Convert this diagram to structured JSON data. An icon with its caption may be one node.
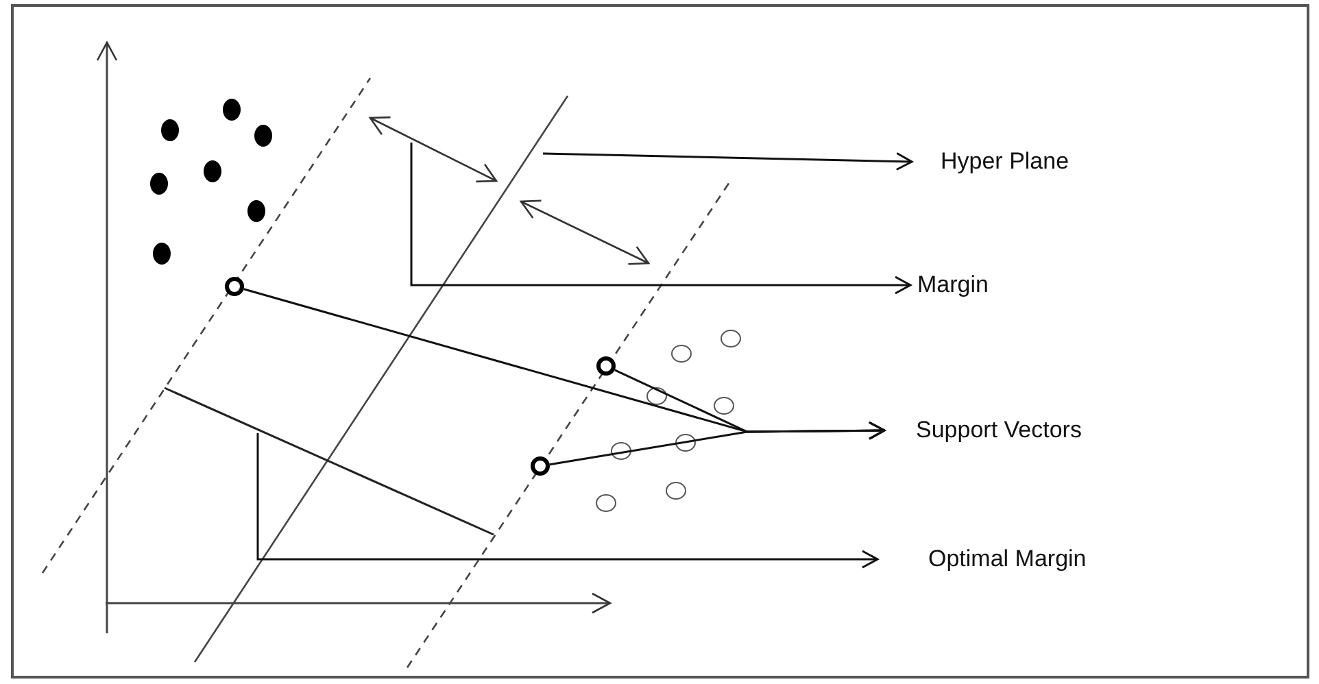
{
  "diagram": {
    "nodes": [
      {
        "text": [
          "Hyper Plane"
        ]
      },
      {
        "text": [
          "Margin"
        ]
      },
      {
        "text": [
          "Support Vectors"
        ]
      },
      {
        "text": [
          "Optimal Margin"
        ]
      },
      {
        "text": [],
        "shape": "circle"
      },
      {
        "text": [],
        "shape": "circle"
      },
      {
        "text": [],
        "shape": "circle"
      }
    ],
    "edges": [
      {
        "from": null,
        "to": 0,
        "arrow": "to"
      },
      {
        "from": null,
        "to": 1,
        "arrow": "to"
      },
      {
        "from": 4,
        "to": 2,
        "arrow": "to"
      },
      {
        "from": 5,
        "to": 2,
        "arrow": "to"
      },
      {
        "from": 6,
        "to": 2,
        "arrow": "to"
      },
      {
        "from": null,
        "to": 3,
        "arrow": "to"
      }
    ]
  }
}
